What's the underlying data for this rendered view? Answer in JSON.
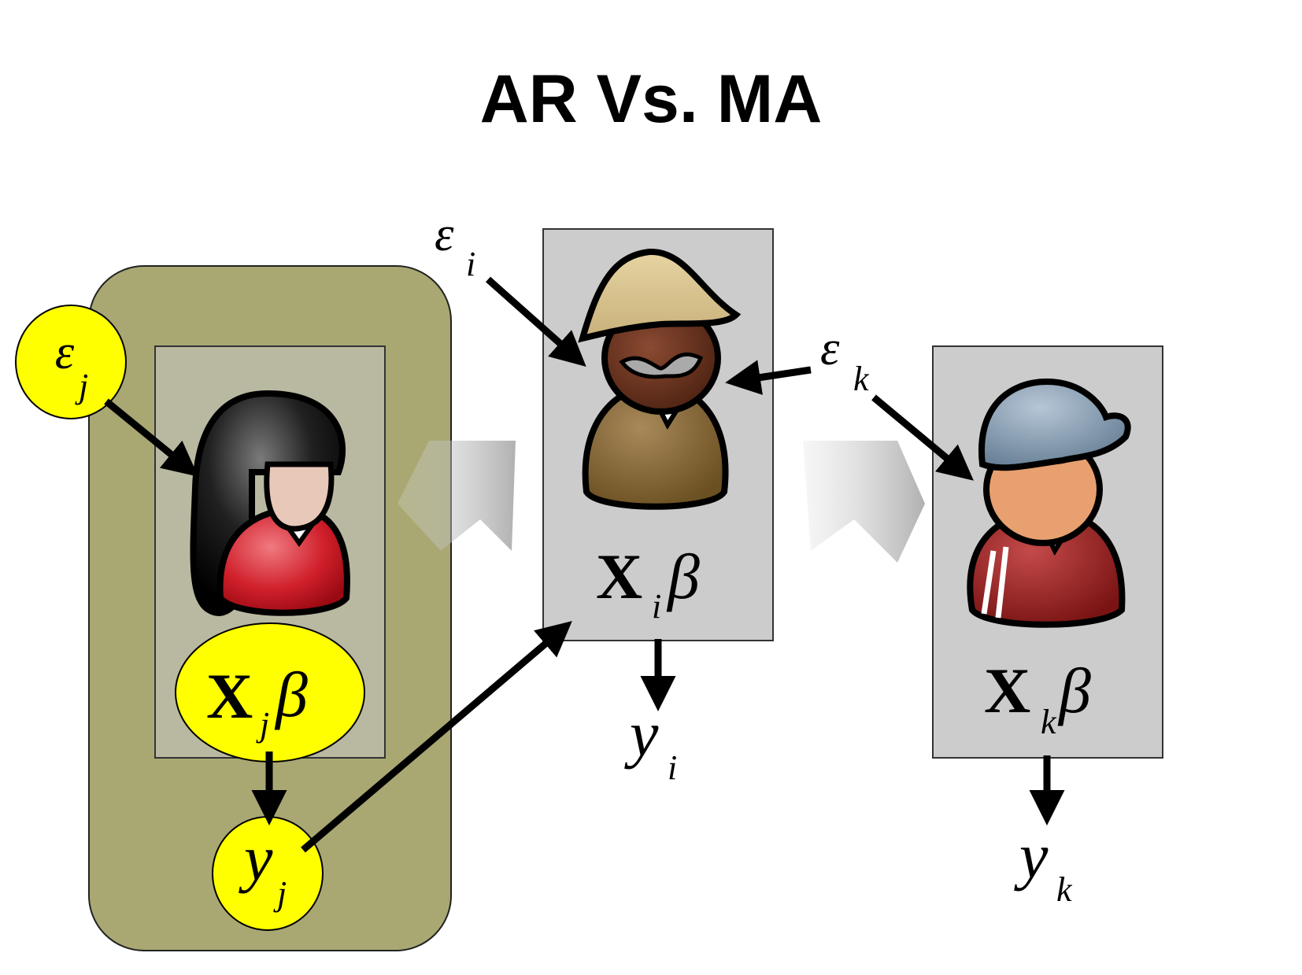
{
  "title": "AR Vs. MA",
  "labels": {
    "epsilon_symbol": "ε",
    "y_symbol": "y",
    "beta_symbol": "β",
    "x_bold": "X"
  },
  "nodes": {
    "j": {
      "sub": "j"
    },
    "i": {
      "sub": "i"
    },
    "k": {
      "sub": "k"
    }
  },
  "colors": {
    "highlight_yellow": "#ffff00",
    "group_olive": "#a9a873",
    "panel_gray": "#cccccc",
    "arrow_black": "#000000"
  },
  "icons": [
    "woman-avatar-icon",
    "man-hat-avatar-icon",
    "man-cap-avatar-icon"
  ]
}
